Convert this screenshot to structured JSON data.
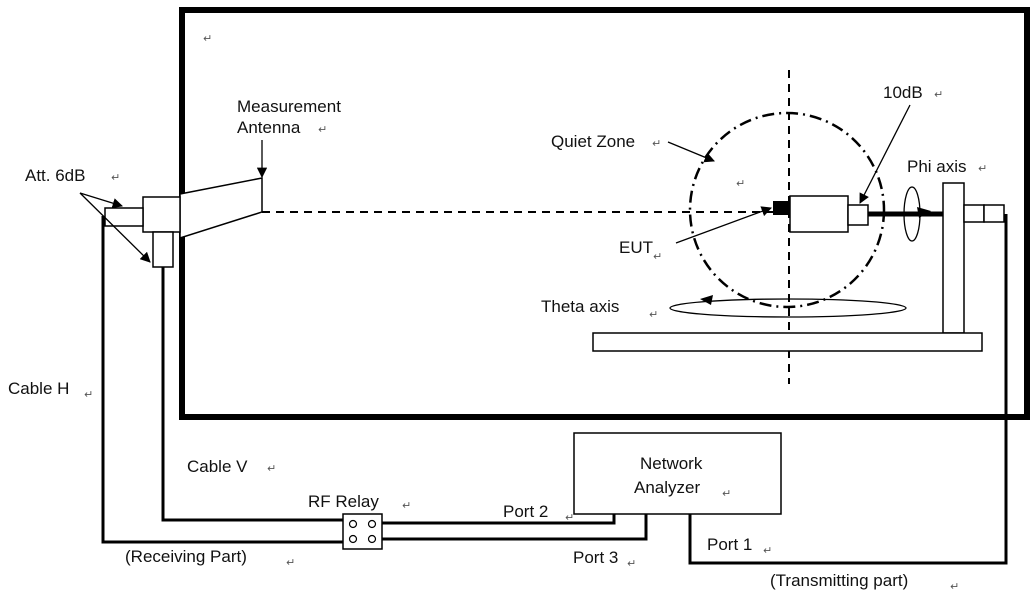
{
  "labels": {
    "measurement_antenna_line1": "Measurement",
    "measurement_antenna_line2": "Antenna",
    "quiet_zone": "Quiet Zone",
    "att": "Att. 6dB",
    "ten_db": "10dB",
    "phi_axis": "Phi axis",
    "eut": "EUT",
    "theta_axis": "Theta axis",
    "cable_h": "Cable H",
    "cable_v": "Cable V",
    "rf_relay": "RF Relay",
    "port2": "Port 2",
    "port3": "Port 3",
    "port1": "Port 1",
    "network_analyzer_line1": "Network",
    "network_analyzer_line2": "Analyzer",
    "receiving_part": "(Receiving Part)",
    "transmitting_part": "(Transmitting part)"
  },
  "paragraph_mark": "↵"
}
